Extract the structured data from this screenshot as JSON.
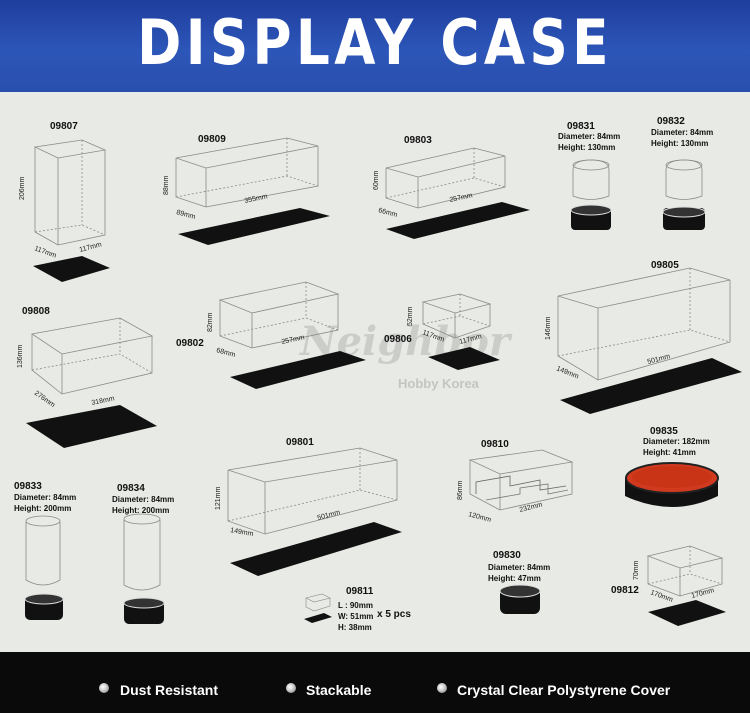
{
  "header": {
    "title": "DISPLAY CASE",
    "bg_color": "#2a4fae"
  },
  "watermark": {
    "brand": "Neighbor",
    "sub": "Hobby Korea"
  },
  "products": [
    {
      "code": "09807",
      "dims": [
        "206mm",
        "117mm",
        "117mm"
      ]
    },
    {
      "code": "09809",
      "dims": [
        "88mm",
        "355mm",
        "89mm"
      ]
    },
    {
      "code": "09803",
      "dims": [
        "60mm",
        "257mm",
        "66mm"
      ]
    },
    {
      "code": "09831",
      "spec": [
        "Diameter: 84mm",
        "Height: 130mm"
      ]
    },
    {
      "code": "09832",
      "spec": [
        "Diameter: 84mm",
        "Height: 130mm"
      ]
    },
    {
      "code": "09808",
      "dims": [
        "136mm",
        "276mm",
        "318mm"
      ]
    },
    {
      "code": "09802",
      "dims": [
        "82mm",
        "257mm",
        "68mm"
      ]
    },
    {
      "code": "09806",
      "dims": [
        "52mm",
        "117mm",
        "117mm"
      ]
    },
    {
      "code": "09805",
      "dims": [
        "146mm",
        "501mm",
        "149mm"
      ]
    },
    {
      "code": "09801",
      "dims": [
        "121mm",
        "501mm",
        "149mm"
      ]
    },
    {
      "code": "09810",
      "dims": [
        "86mm",
        "232mm",
        "120mm"
      ]
    },
    {
      "code": "09835",
      "spec": [
        "Diameter: 182mm",
        "Height: 41mm"
      ]
    },
    {
      "code": "09833",
      "spec": [
        "Diameter: 84mm",
        "Height: 200mm"
      ]
    },
    {
      "code": "09834",
      "spec": [
        "Diameter: 84mm",
        "Height: 200mm"
      ]
    },
    {
      "code": "09811",
      "spec": [
        "L : 90mm",
        "W: 51mm",
        "H: 38mm"
      ],
      "qty": "x 5 pcs"
    },
    {
      "code": "09830",
      "spec": [
        "Diameter: 84mm",
        "Height: 47mm"
      ]
    },
    {
      "code": "09812",
      "dims": [
        "70mm",
        "170mm",
        "170mm"
      ]
    }
  ],
  "footer": {
    "features": [
      "Dust Resistant",
      "Stackable",
      "Crystal Clear Polystyrene Cover"
    ]
  }
}
